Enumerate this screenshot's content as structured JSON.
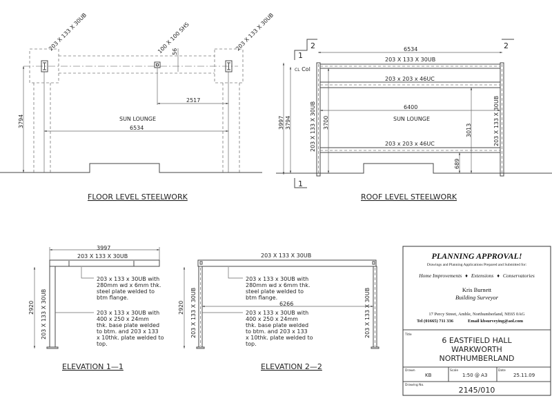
{
  "floor_plan": {
    "title": "FLOOR LEVEL STEELWORK",
    "left_col_label": "203 X 133 X 30UB",
    "right_col_label": "203 X 133 X 30UB",
    "shs_label": "100 X 100 SHS",
    "dim_56": "56",
    "dim_2517": "2517",
    "dim_6534": "6534",
    "dim_3794": "3794",
    "room": "SUN LOUNGE"
  },
  "roof_plan": {
    "title": "ROOF LEVEL STEELWORK",
    "dim_6534": "6534",
    "top_beam": "203 X 133 X 30UB",
    "mid_beam": "203 x 203 x 46UC",
    "bottom_beam": "203 x 203 x 46UC",
    "left_col": "203 X 133 X 30UB",
    "right_col": "203 X 133 X 30UB",
    "dim_6400": "6400",
    "room": "SUN LOUNGE",
    "dim_3997": "3997",
    "dim_3794": "3794",
    "dim_3700": "3700",
    "dim_3013": "3013",
    "dim_689": "689",
    "col_cl": "Col",
    "cl_symbol": "CL",
    "section_1": "1",
    "section_2": "2"
  },
  "elevation_1": {
    "title": "ELEVATION 1—1",
    "dim_3997": "3997",
    "beam": "203 X 133 X 30UB",
    "dim_2920": "2920",
    "column": "203 X 133 X 30UB",
    "note_beam": [
      "203 x 133 x 30UB with",
      "280mm wd x 6mm thk.",
      "steel plate welded to",
      "btm flange."
    ],
    "note_col": [
      "203 x 133 x 30UB with",
      "400 x 250 x 24mm",
      "thk. base plate welded",
      "to btm. and 203 x 133",
      "x 10thk. plate welded to",
      "top."
    ]
  },
  "elevation_2": {
    "title": "ELEVATION 2—2",
    "beam": "203 X 133 X 30UB",
    "dim_2920": "2920",
    "dim_6266": "6266",
    "left_col": "203 X 133 X 30UB",
    "right_col": "203 X 133 X 30UB",
    "note_beam": [
      "203 x 133 x 30UB with",
      "280mm wd x 6mm thk.",
      "steel plate welded to",
      "btm flange."
    ],
    "note_col": [
      "203 x 133 x 30UB with",
      "400 x 250 x 24mm",
      "thk. base plate welded",
      "to btm. and 203 x 133",
      "x 10thk. plate welded to",
      "top."
    ]
  },
  "title_block": {
    "heading": "PLANNING APPROVAL!",
    "subheading": "Drawings and Planning Applications Prepared and Submitted for:",
    "services": [
      "Home Improvements",
      "Extensions",
      "Conservatories"
    ],
    "bullet": "♦",
    "name": "Kris Burnett",
    "role": "Building Surveyor",
    "address": "17 Percy Street, Amble, Northumberland, NE65 0AG",
    "tel": "Tel (01665) 711 336",
    "email": "Email kbsurveying@aol.com",
    "title_label": "Title",
    "title_lines": [
      "6  EASTFIELD  HALL",
      "WARKWORTH",
      "NORTHUMBERLAND"
    ],
    "drawn_label": "Drawn",
    "drawn": "KB",
    "scale_label": "Scale",
    "scale": "1:50 @ A3",
    "date_label": "Date",
    "date": "25.11.09",
    "drawing_no_label": "Drawing No.",
    "drawing_no": "2145/010"
  }
}
